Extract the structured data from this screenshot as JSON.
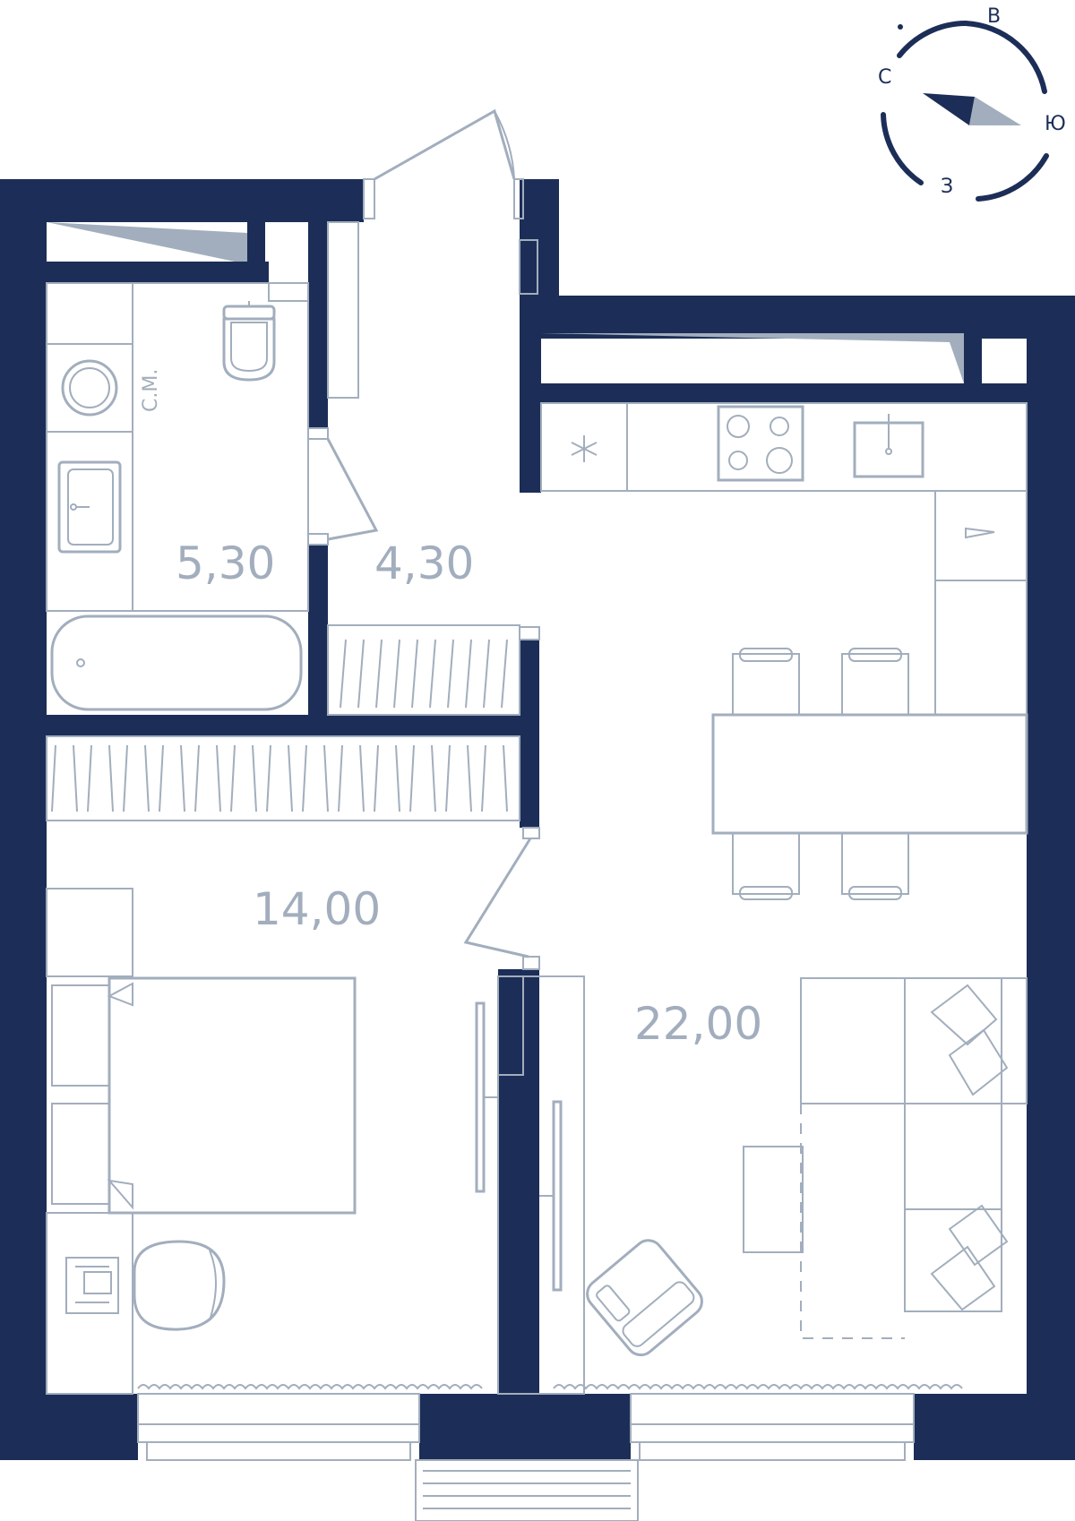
{
  "rooms": [
    {
      "id": "bathroom",
      "area": "5,30"
    },
    {
      "id": "hallway",
      "area": "4,30"
    },
    {
      "id": "bedroom",
      "area": "14,00"
    },
    {
      "id": "kitchen-living",
      "area": "22,00"
    }
  ],
  "labels": {
    "washing_machine": "С.М."
  },
  "compass": {
    "north": "С",
    "east": "В",
    "south": "Ю",
    "west": "З"
  },
  "colors": {
    "wall": "#1c2e57",
    "furniture": "#a2aebd",
    "background": "#ffffff"
  }
}
